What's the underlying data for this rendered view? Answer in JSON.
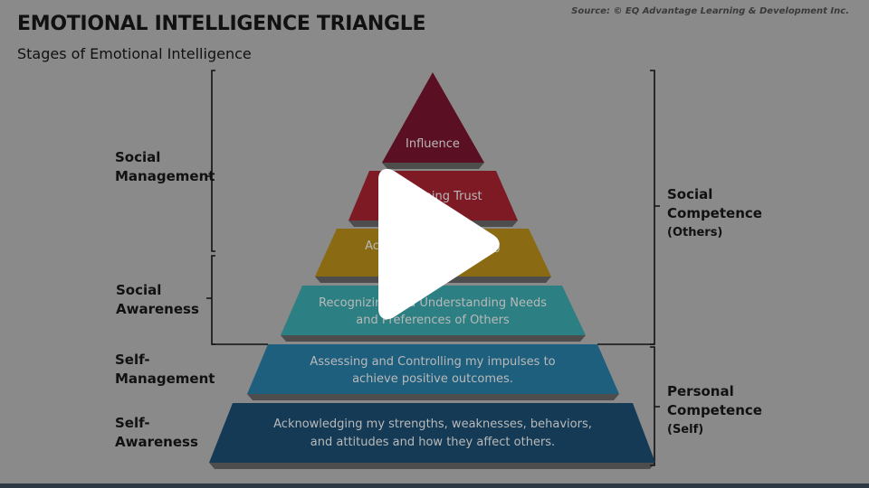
{
  "slide": {
    "title": "EMOTIONAL INTELLIGENCE TRIANGLE",
    "subtitle": "Stages of Emotional Intelligence",
    "source": "Source: © EQ Advantage Learning & Development Inc."
  },
  "left_labels": [
    {
      "line1": "Social",
      "line2": "Management"
    },
    {
      "line1": "Social",
      "line2": "Awareness"
    },
    {
      "line1": "Self-",
      "line2": "Management"
    },
    {
      "line1": "Self-",
      "line2": "Awareness"
    }
  ],
  "right_labels": [
    {
      "line1": "Social",
      "line2": "Competence",
      "line3": "(Others)"
    },
    {
      "line1": "Personal",
      "line2": "Competence",
      "line3": "(Self)"
    }
  ],
  "pyramid": {
    "levels": [
      {
        "lines": [
          "Influence"
        ],
        "color": "#5a0f23"
      },
      {
        "lines": [
          "Developing Trust"
        ],
        "color": "#7d1a24"
      },
      {
        "lines": [
          "Accepting and Building",
          "Support"
        ],
        "color": "#8a6a12"
      },
      {
        "lines": [
          "Recognizing and Understanding Needs",
          "and Preferences of Others"
        ],
        "color": "#2c7f82"
      },
      {
        "lines": [
          "Assessing and Controlling my impulses to",
          "achieve positive outcomes."
        ],
        "color": "#1f5f7e"
      },
      {
        "lines": [
          "Acknowledging my strengths, weaknesses, behaviors,",
          "and attitudes and how they affect others."
        ],
        "color": "#143a55"
      }
    ]
  },
  "video": {
    "play_icon": "play-icon"
  }
}
